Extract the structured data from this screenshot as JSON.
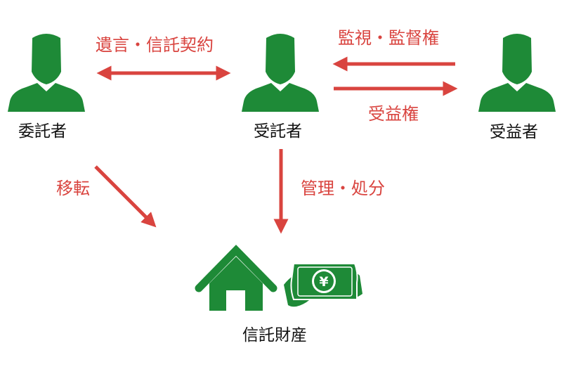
{
  "colors": {
    "figure": "#1e8a37",
    "arrow": "#d9443f",
    "text": "#111111",
    "accent": "#ffffff"
  },
  "nodes": {
    "settlor": {
      "label": "委託者",
      "icon": "person-icon"
    },
    "trustee": {
      "label": "受託者",
      "icon": "person-icon"
    },
    "beneficiary": {
      "label": "受益者",
      "icon": "person-icon"
    },
    "trust_property": {
      "label": "信託財産",
      "icons": [
        "house-icon",
        "yen-banknote-icon"
      ]
    }
  },
  "edges": {
    "settlor_trustee": {
      "label": "遺言・信託契約"
    },
    "beneficiary_to_trustee": {
      "label": "監視・監督権"
    },
    "trustee_to_beneficiary": {
      "label": "受益権"
    },
    "settlor_to_property": {
      "label": "移転"
    },
    "trustee_to_property": {
      "label": "管理・処分"
    }
  },
  "icons": {
    "banknote_symbol": "¥"
  }
}
